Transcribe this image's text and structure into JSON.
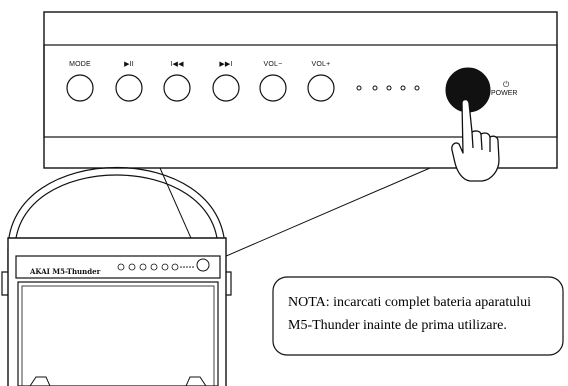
{
  "control_panel": {
    "buttons": [
      {
        "label": "MODE",
        "icon": "mode-label"
      },
      {
        "label": "▶II",
        "icon": "play-pause-icon"
      },
      {
        "label": "I◀◀",
        "icon": "previous-track-icon"
      },
      {
        "label": "▶▶I",
        "icon": "next-track-icon"
      },
      {
        "label": "VOL−",
        "icon": "volume-down-icon"
      },
      {
        "label": "VOL+",
        "icon": "volume-up-icon"
      }
    ],
    "indicator_count": 5,
    "power": {
      "symbol": "⏻",
      "label": "POWER"
    }
  },
  "speaker": {
    "brand": "AKAI M5-Thunder"
  },
  "note": {
    "line1": "NOTA: incarcati complet bateria aparatului",
    "line2": "M5-Thunder inainte de prima utilizare."
  }
}
